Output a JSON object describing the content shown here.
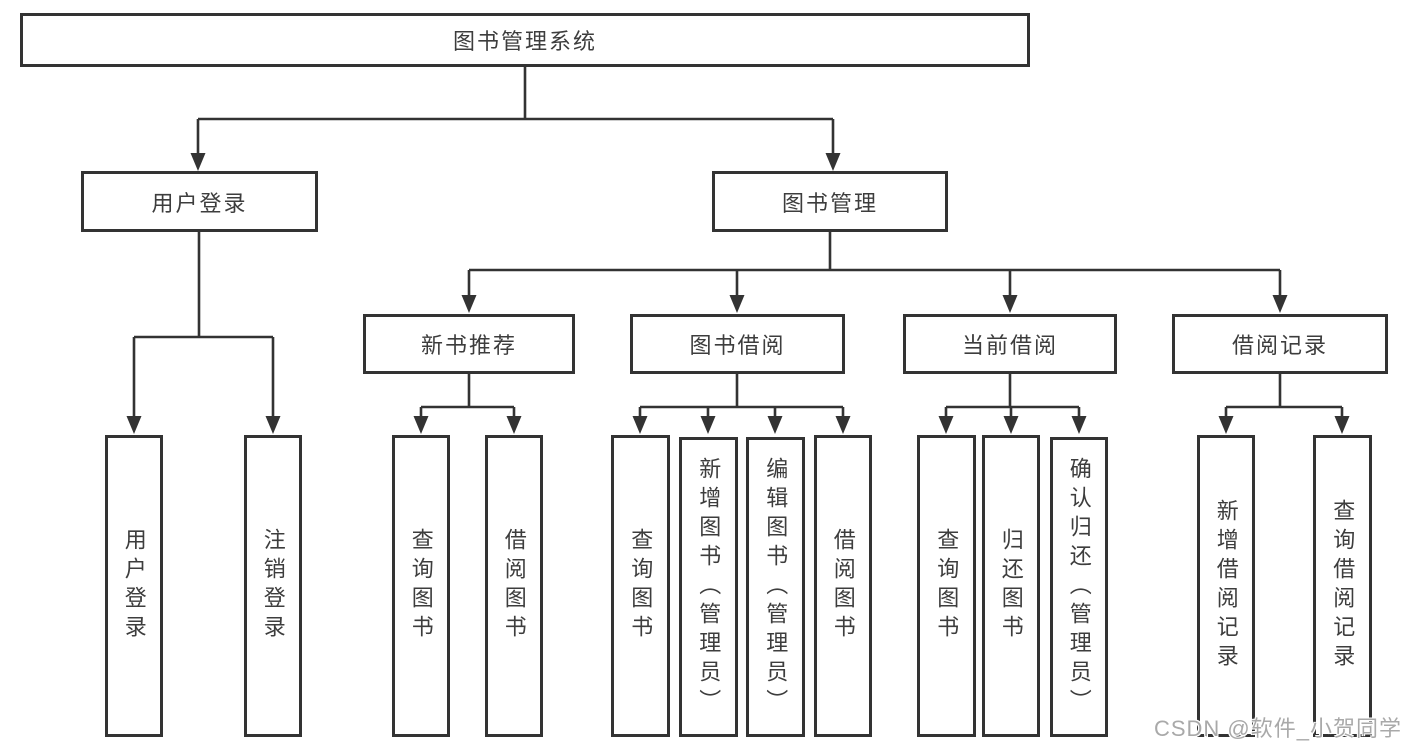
{
  "tree": {
    "root": {
      "label": "图书管理系统"
    },
    "branches": [
      {
        "label": "用户登录",
        "children": [
          {
            "label": "用户登录"
          },
          {
            "label": "注销登录"
          }
        ]
      },
      {
        "label": "图书管理",
        "children": [
          {
            "label": "新书推荐",
            "children": [
              {
                "label": "查询图书"
              },
              {
                "label": "借阅图书"
              }
            ]
          },
          {
            "label": "图书借阅",
            "children": [
              {
                "label": "查询图书"
              },
              {
                "label": "新增图书（管理员）"
              },
              {
                "label": "编辑图书（管理员）"
              },
              {
                "label": "借阅图书"
              }
            ]
          },
          {
            "label": "当前借阅",
            "children": [
              {
                "label": "查询图书"
              },
              {
                "label": "归还图书"
              },
              {
                "label": "确认归还（管理员）"
              }
            ]
          },
          {
            "label": "借阅记录",
            "children": [
              {
                "label": "新增借阅记录"
              },
              {
                "label": "查询借阅记录"
              }
            ]
          }
        ]
      }
    ]
  },
  "watermark": {
    "text": "CSDN @软件_小贺同学"
  },
  "colors": {
    "line": "#333333",
    "box_border": "#333333",
    "text": "#3d3d3d",
    "background": "#ffffff",
    "watermark": "#a9a9a9"
  }
}
